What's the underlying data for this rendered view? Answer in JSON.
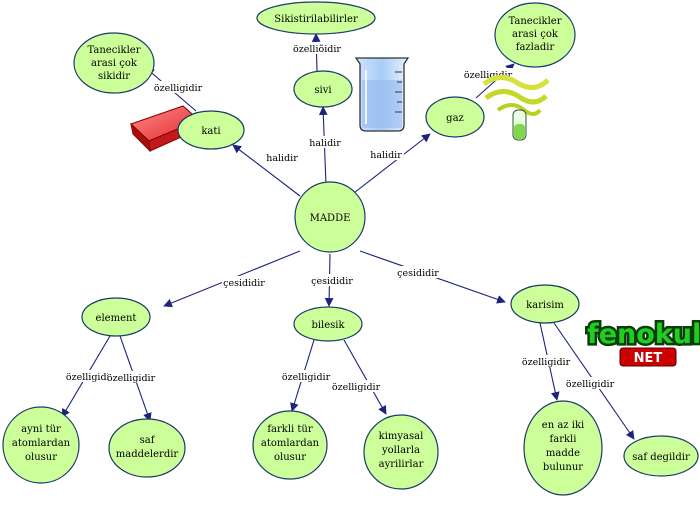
{
  "nodes": {
    "madde": [
      "MADDE"
    ],
    "kati": [
      "kati"
    ],
    "sivi": [
      "sivi"
    ],
    "gaz": [
      "gaz"
    ],
    "kati_ozellik": [
      "Tanecikler",
      "arasi çok",
      "sikidir"
    ],
    "sivi_ozellik": [
      "Sikistirilabilirler"
    ],
    "gaz_ozellik": [
      "Tanecikler",
      "arasi çok",
      "fazladir"
    ],
    "element": [
      "element"
    ],
    "bilesik": [
      "bilesik"
    ],
    "karisim": [
      "karisim"
    ],
    "element_1": [
      "ayni tür",
      "atomlardan",
      "olusur"
    ],
    "element_2": [
      "saf",
      "maddelerdir"
    ],
    "bilesik_1": [
      "farkli tür",
      "atomlardan",
      "olusur"
    ],
    "bilesik_2": [
      "kimyasal",
      "yollarla",
      "ayrilirlar"
    ],
    "karisim_1": [
      "en az iki",
      "farkli",
      "madde",
      "bulunur"
    ],
    "karisim_2": [
      "saf degildir"
    ]
  },
  "links": {
    "halidir": "halidir",
    "ozelligidir": "özelligidir",
    "ozelligdir_alt": "özelliõidir",
    "cesididir": "çesididir"
  },
  "logo": {
    "main": "fenokulu",
    "sub": "NET"
  },
  "colors": {
    "node_fill": "#ccff99",
    "node_stroke": "#1a3a6a",
    "arrow": "#1a237e",
    "logo_green": "#22cc22",
    "logo_red": "#cc0000"
  }
}
